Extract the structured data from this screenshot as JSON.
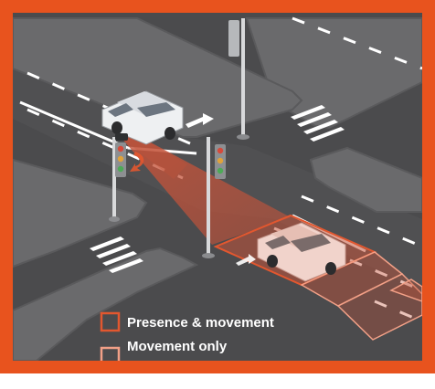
{
  "legend": {
    "items": [
      {
        "label": "Presence & movement",
        "swatch_style": "solid-outline",
        "color": "#e2572f"
      },
      {
        "label": "Movement only",
        "swatch_style": "light-outline",
        "color": "#f2a087"
      }
    ]
  },
  "colors": {
    "frame_border": "#e8531e",
    "asphalt": "#4b4b4d",
    "sidewalk": "#6a6a6c",
    "lane_marking": "#ffffff",
    "detection_beam": "#c4533a",
    "presence_zone": "#e2572f",
    "movement_zone": "#f2a087"
  },
  "icons": [
    "white-car-icon",
    "pink-car-icon",
    "traffic-light-icon",
    "radar-sensor-icon",
    "turn-arrow-icon"
  ]
}
